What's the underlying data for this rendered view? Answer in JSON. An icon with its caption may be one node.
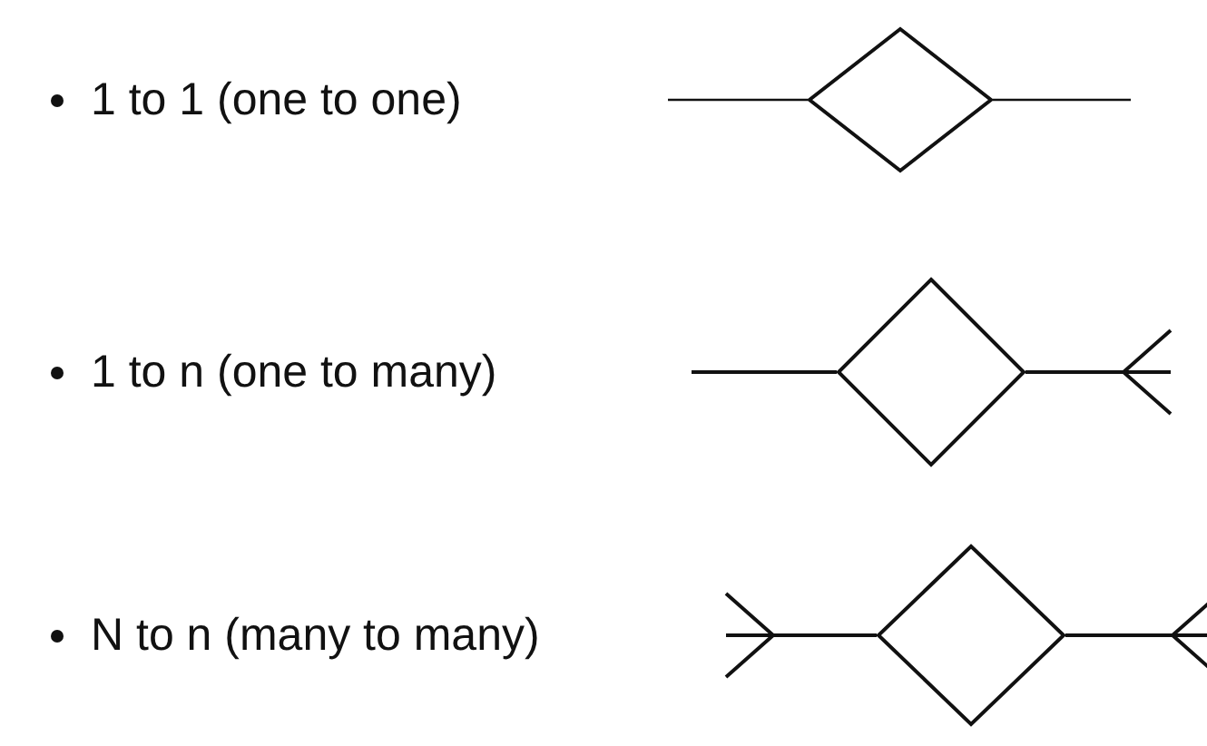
{
  "diagram": {
    "nodes": [
      {
        "text": [],
        "shape": "diamond"
      },
      {
        "text": [],
        "shape": "diamond"
      },
      {
        "text": [],
        "shape": "diamond"
      }
    ],
    "edges": [
      {
        "from": null,
        "to": 0,
        "arrow": "none"
      },
      {
        "from": 0,
        "to": null,
        "arrow": "none"
      },
      {
        "from": null,
        "to": 1,
        "arrow": "none"
      },
      {
        "from": 1,
        "to": null,
        "arrow": "other"
      },
      {
        "from": null,
        "to": 2,
        "arrow": "other"
      },
      {
        "from": 2,
        "to": null,
        "arrow": "other"
      }
    ],
    "labels": [
      "1 to 1 (one to one)",
      "1 to n (one to many)",
      "N to n (many to many)"
    ]
  }
}
